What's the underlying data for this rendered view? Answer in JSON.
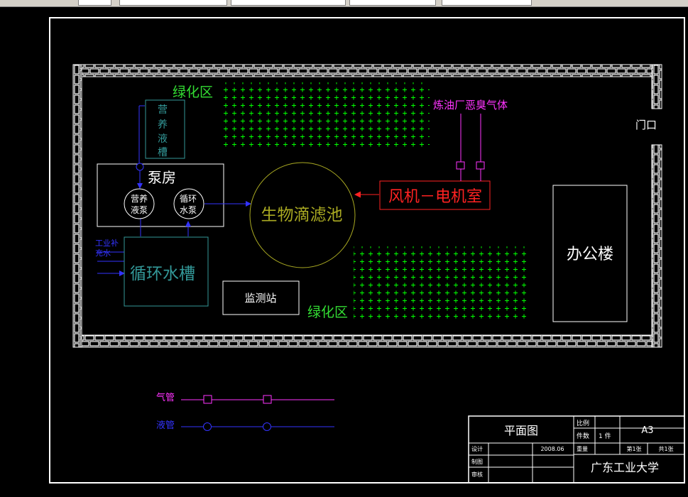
{
  "drawing": {
    "nutrient_tank": [
      "营",
      "养",
      "液",
      "槽"
    ],
    "pump_room": "泵房",
    "nutrient_pump": [
      "营养",
      "液泵"
    ],
    "circulation_pump": [
      "循环",
      "水泵"
    ],
    "circulation_tank": "循环水槽",
    "industrial_water": [
      "工业补",
      "充水"
    ],
    "monitoring_station": "监测站",
    "biofilter": "生物滴滤池",
    "fan_room": "风机－电机室",
    "refinery_gas": "炼油厂恶臭气体",
    "office": "办公楼",
    "gate": "门口",
    "green_area_top": "绿化区",
    "green_area_bottom": "绿化区"
  },
  "legend": {
    "gas_pipe": "气管",
    "liquid_pipe": "液管"
  },
  "title_block": {
    "title": "平面图",
    "scale_label": "比例",
    "count_label": "件数",
    "count_value": "1 件",
    "sheet_size": "A3",
    "design_label": "设计",
    "date": "2008.06",
    "weight_label": "重量",
    "sheet_no": "第1张",
    "sheet_total": "共1张",
    "draw_label": "制图",
    "review_label": "审核",
    "school": "广东工业大学"
  },
  "colors": {
    "background": "#000000",
    "white": "#ffffff",
    "green": "#00ff00",
    "green_text": "#33dd33",
    "teal": "#339999",
    "blue": "#3333ff",
    "magenta": "#ff33ff",
    "red": "#ff2222",
    "olive": "#aaaa22"
  }
}
